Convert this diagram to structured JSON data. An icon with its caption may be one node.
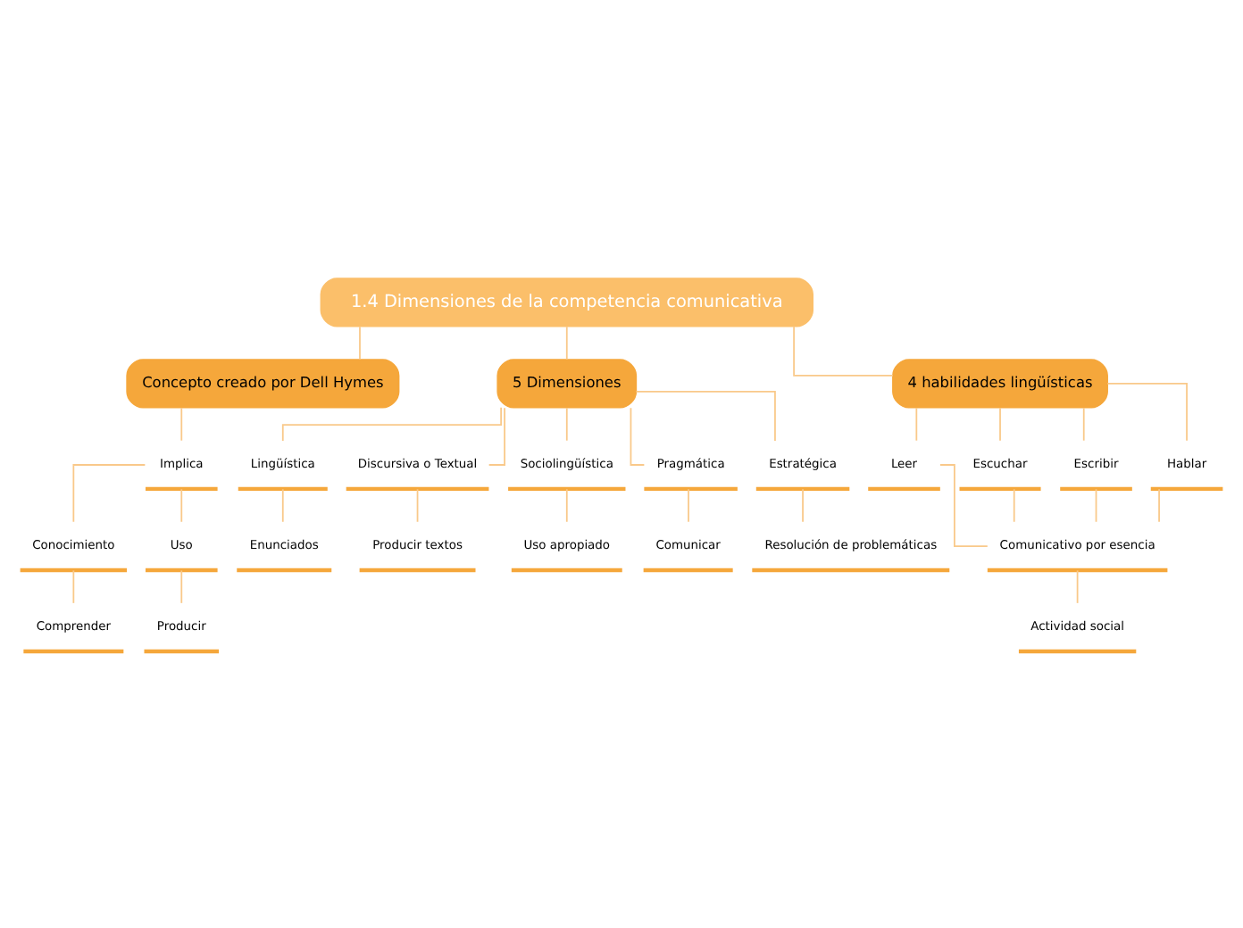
{
  "diagram": {
    "nodes": [
      {
        "text": [
          "1.4 Dimensiones de la competencia comunicativa"
        ]
      },
      {
        "text": [
          "Concepto creado por Dell Hymes"
        ]
      },
      {
        "text": [
          "Implica"
        ]
      },
      {
        "text": [
          "Conocimiento"
        ]
      },
      {
        "text": [
          "Uso"
        ]
      },
      {
        "text": [
          "Comprender"
        ]
      },
      {
        "text": [
          "Producir"
        ]
      },
      {
        "text": [
          "5 Dimensiones"
        ]
      },
      {
        "text": [
          "Lingüística"
        ]
      },
      {
        "text": [
          "Discursiva o Textual"
        ]
      },
      {
        "text": [
          "Sociolingüística"
        ]
      },
      {
        "text": [
          "Pragmática"
        ]
      },
      {
        "text": [
          "Estratégica"
        ]
      },
      {
        "text": [
          "Enunciados"
        ]
      },
      {
        "text": [
          "Producir textos"
        ]
      },
      {
        "text": [
          "Uso apropiado"
        ]
      },
      {
        "text": [
          "Comunicar"
        ]
      },
      {
        "text": [
          "Resolución de problemáticas"
        ]
      },
      {
        "text": [
          "4 habilidades lingüísticas"
        ]
      },
      {
        "text": [
          "Leer"
        ]
      },
      {
        "text": [
          "Escuchar"
        ]
      },
      {
        "text": [
          "Escribir"
        ]
      },
      {
        "text": [
          "Hablar"
        ]
      },
      {
        "text": [
          "Comunicativo por esencia"
        ]
      },
      {
        "text": [
          "Actividad social"
        ]
      }
    ],
    "edges": [
      {
        "from": 0,
        "to": 1,
        "arrow": "none"
      },
      {
        "from": 0,
        "to": 7,
        "arrow": "none"
      },
      {
        "from": 0,
        "to": 18,
        "arrow": "none"
      },
      {
        "from": 1,
        "to": 2,
        "arrow": "none"
      },
      {
        "from": 2,
        "to": 3,
        "arrow": "none"
      },
      {
        "from": 2,
        "to": 4,
        "arrow": "none"
      },
      {
        "from": 3,
        "to": 5,
        "arrow": "none"
      },
      {
        "from": 4,
        "to": 6,
        "arrow": "none"
      },
      {
        "from": 7,
        "to": 8,
        "arrow": "none"
      },
      {
        "from": 7,
        "to": 9,
        "arrow": "none"
      },
      {
        "from": 7,
        "to": 10,
        "arrow": "none"
      },
      {
        "from": 7,
        "to": 11,
        "arrow": "none"
      },
      {
        "from": 7,
        "to": 12,
        "arrow": "none"
      },
      {
        "from": 8,
        "to": 13,
        "arrow": "none"
      },
      {
        "from": 9,
        "to": 14,
        "arrow": "none"
      },
      {
        "from": 10,
        "to": 15,
        "arrow": "none"
      },
      {
        "from": 11,
        "to": 16,
        "arrow": "none"
      },
      {
        "from": 12,
        "to": 17,
        "arrow": "none"
      },
      {
        "from": 18,
        "to": 19,
        "arrow": "none"
      },
      {
        "from": 18,
        "to": 20,
        "arrow": "none"
      },
      {
        "from": 18,
        "to": 21,
        "arrow": "none"
      },
      {
        "from": 18,
        "to": 22,
        "arrow": "none"
      },
      {
        "from": 19,
        "to": 23,
        "arrow": "none"
      },
      {
        "from": 20,
        "to": 23,
        "arrow": "none"
      },
      {
        "from": 21,
        "to": 23,
        "arrow": "none"
      },
      {
        "from": 22,
        "to": 23,
        "arrow": "none"
      },
      {
        "from": 23,
        "to": 24,
        "arrow": "none"
      }
    ]
  }
}
